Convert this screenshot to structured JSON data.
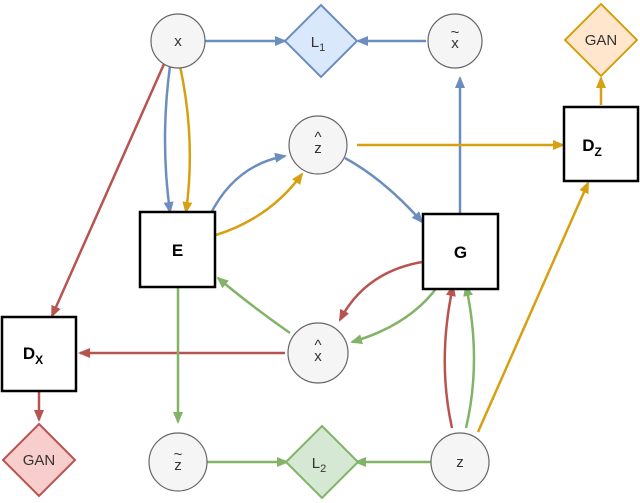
{
  "colors": {
    "blue": "#6c8ebf",
    "orange": "#d6a011",
    "red": "#b85450",
    "green": "#82b366",
    "circle_fill": "#f5f5f5",
    "circle_stroke": "#666666",
    "blue_diamond_fill": "#dae8fc",
    "orange_diamond_fill": "#ffe6cc",
    "red_diamond_fill": "#f8cecc",
    "green_diamond_fill": "#d5e8d4"
  },
  "nodes": {
    "x": "x",
    "x_tilde": "x",
    "x_hat": "x",
    "z_hat": "z",
    "z_tilde": "z",
    "z": "z",
    "E": "E",
    "G": "G",
    "Dz": "D",
    "Dz_sub": "Z",
    "Dx": "D",
    "Dx_sub": "X",
    "L1": "L",
    "L1_sub": "1",
    "L2": "L",
    "L2_sub": "2",
    "gan_top": "GAN",
    "gan_bottom": "GAN"
  },
  "accents": {
    "tilde": "~",
    "hat": "^"
  }
}
